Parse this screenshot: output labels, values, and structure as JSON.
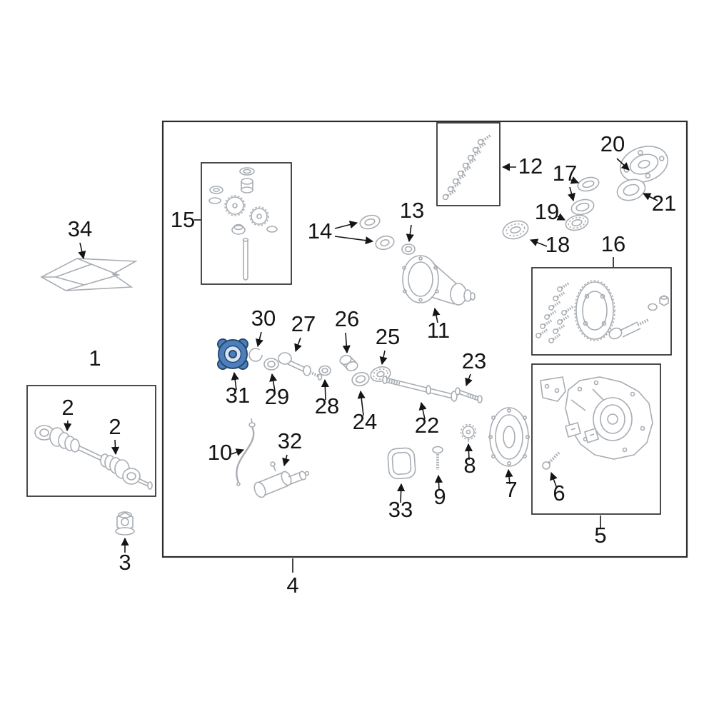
{
  "diagram": {
    "subject": "Exploded parts diagram - rear axle and differential assembly",
    "highlighted_part": "31",
    "colors": {
      "line_art": "#a8adb3",
      "label_text": "#151515",
      "frame": "#2b2b2b",
      "highlight_fill": "#4d7fbe",
      "highlight_stroke": "#27496e",
      "background": "#ffffff"
    },
    "callouts": {
      "1": "1",
      "2a": "2",
      "2b": "2",
      "3": "3",
      "4": "4",
      "5": "5",
      "6": "6",
      "7": "7",
      "8": "8",
      "9": "9",
      "10": "10",
      "11": "11",
      "12": "12",
      "13": "13",
      "14": "14",
      "15": "15",
      "16": "16",
      "17": "17",
      "18": "18",
      "19": "19",
      "20": "20",
      "21": "21",
      "22": "22",
      "23": "23",
      "24": "24",
      "25": "25",
      "26": "26",
      "27": "27",
      "28": "28",
      "29": "29",
      "30": "30",
      "31": "31",
      "32": "32",
      "33": "33",
      "34": "34"
    }
  }
}
